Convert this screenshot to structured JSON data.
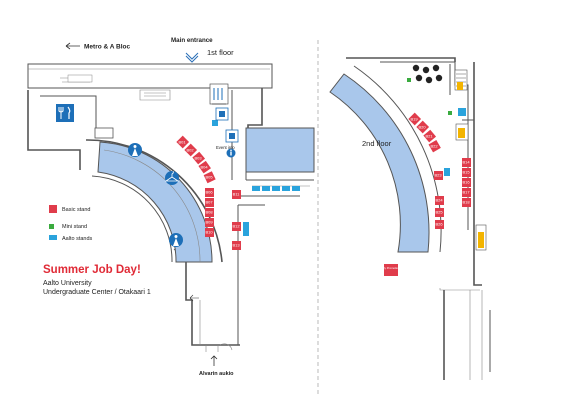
{
  "floors": {
    "first": "1st floor",
    "second": "2nd floor"
  },
  "labels": {
    "metro": "Metro & A Bloc",
    "main_entrance": "Main entrance",
    "event_info": "Event info",
    "alvarin_aukio": "Alvarin aukio",
    "oy_promotion": "Oy Promotion"
  },
  "legend": {
    "basic": "Basic stand",
    "mini": "Mini stand",
    "aalto": "Aalto stands"
  },
  "event": {
    "title": "Summer Job Day!",
    "line1": "Aalto University",
    "line2": "Undergraduate Center / Otakaari 1"
  },
  "colors": {
    "basic_stand": "#e03c4b",
    "mini_stand": "#3aab3f",
    "aalto_stand": "#2aa3dc",
    "floor_fill": "#a9c7eb",
    "title": "#e02a36",
    "wall": "#555555"
  },
  "stands_first": [
    {
      "id": "B01"
    },
    {
      "id": "B02"
    },
    {
      "id": "B03"
    },
    {
      "id": "B04"
    },
    {
      "id": "B05"
    },
    {
      "id": "B06"
    },
    {
      "id": "B07"
    },
    {
      "id": "B08"
    },
    {
      "id": "B09"
    },
    {
      "id": "B10"
    },
    {
      "id": "B11"
    },
    {
      "id": "B12"
    },
    {
      "id": "B13"
    }
  ],
  "stands_second": [
    {
      "id": "B14"
    },
    {
      "id": "B15"
    },
    {
      "id": "B16"
    },
    {
      "id": "B17"
    },
    {
      "id": "B18"
    },
    {
      "id": "B19"
    },
    {
      "id": "B20"
    },
    {
      "id": "B21"
    },
    {
      "id": "B22"
    },
    {
      "id": "B23"
    },
    {
      "id": "B24"
    },
    {
      "id": "B25"
    },
    {
      "id": "B26"
    }
  ],
  "icons": {
    "restaurant": "restaurant-icon",
    "person": "person-icon",
    "coat_hanger": "coat-hanger-icon",
    "info": "info-icon",
    "elevator": "elevator-icon",
    "stairs": "stairs-icon",
    "seating": "seating-icon"
  }
}
